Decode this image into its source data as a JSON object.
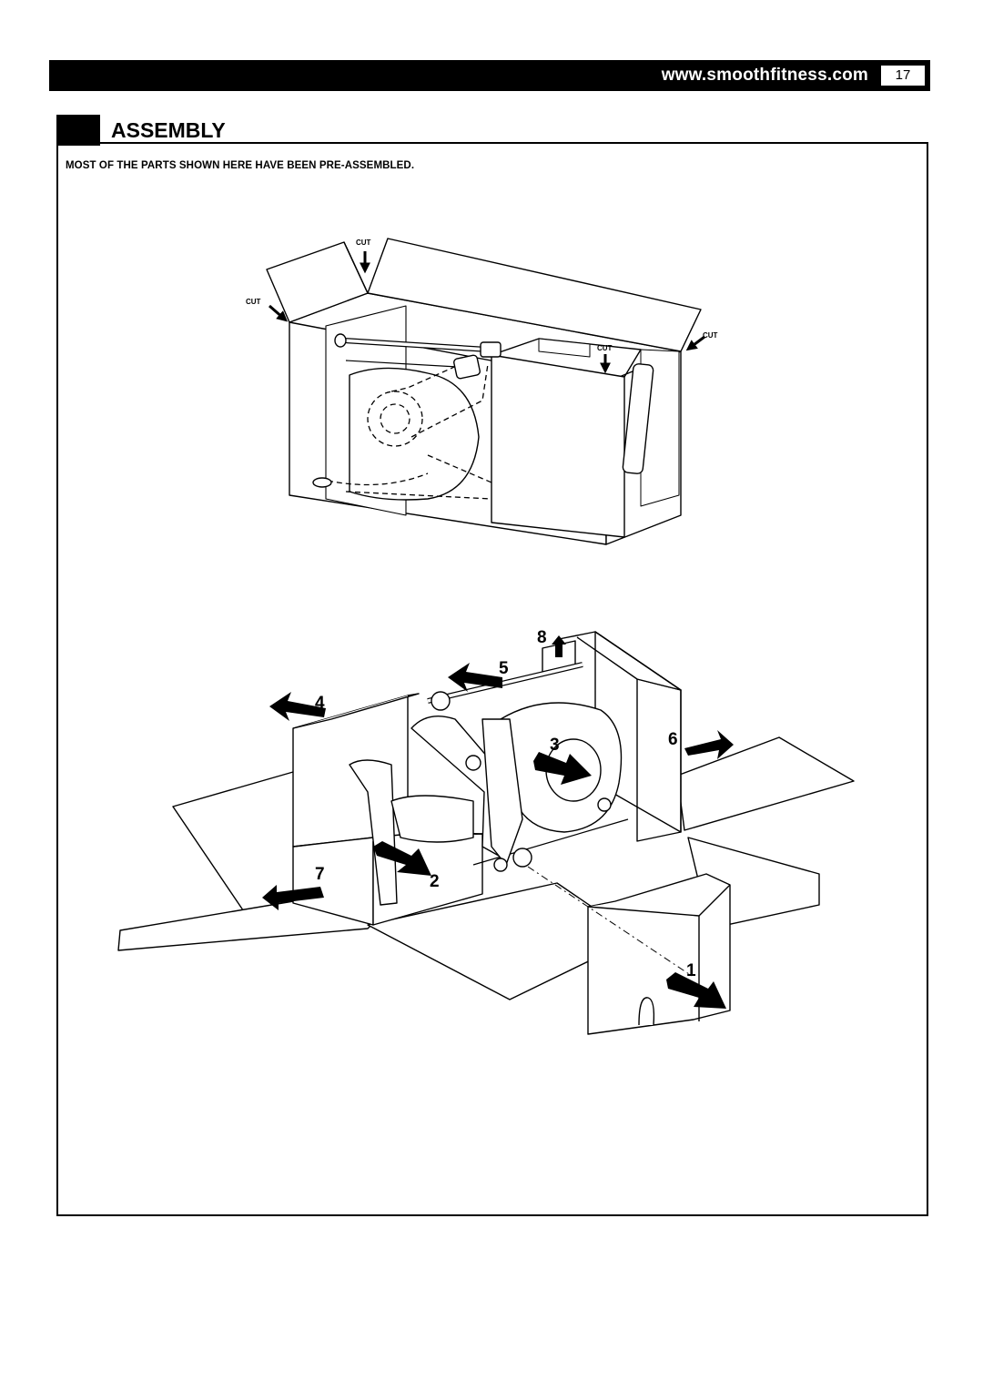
{
  "header": {
    "url": "www.smoothfitness.com",
    "page_number": "17"
  },
  "section": {
    "title": "ASSEMBLY"
  },
  "note": "MOST OF THE PARTS SHOWN HERE HAVE BEEN PRE-ASSEMBLED.",
  "figure_top": {
    "cut_labels": [
      "CUT",
      "CUT",
      "CUT",
      "CUT"
    ]
  },
  "figure_bottom": {
    "step_numbers": [
      "1",
      "2",
      "3",
      "4",
      "5",
      "6",
      "7",
      "8"
    ]
  }
}
